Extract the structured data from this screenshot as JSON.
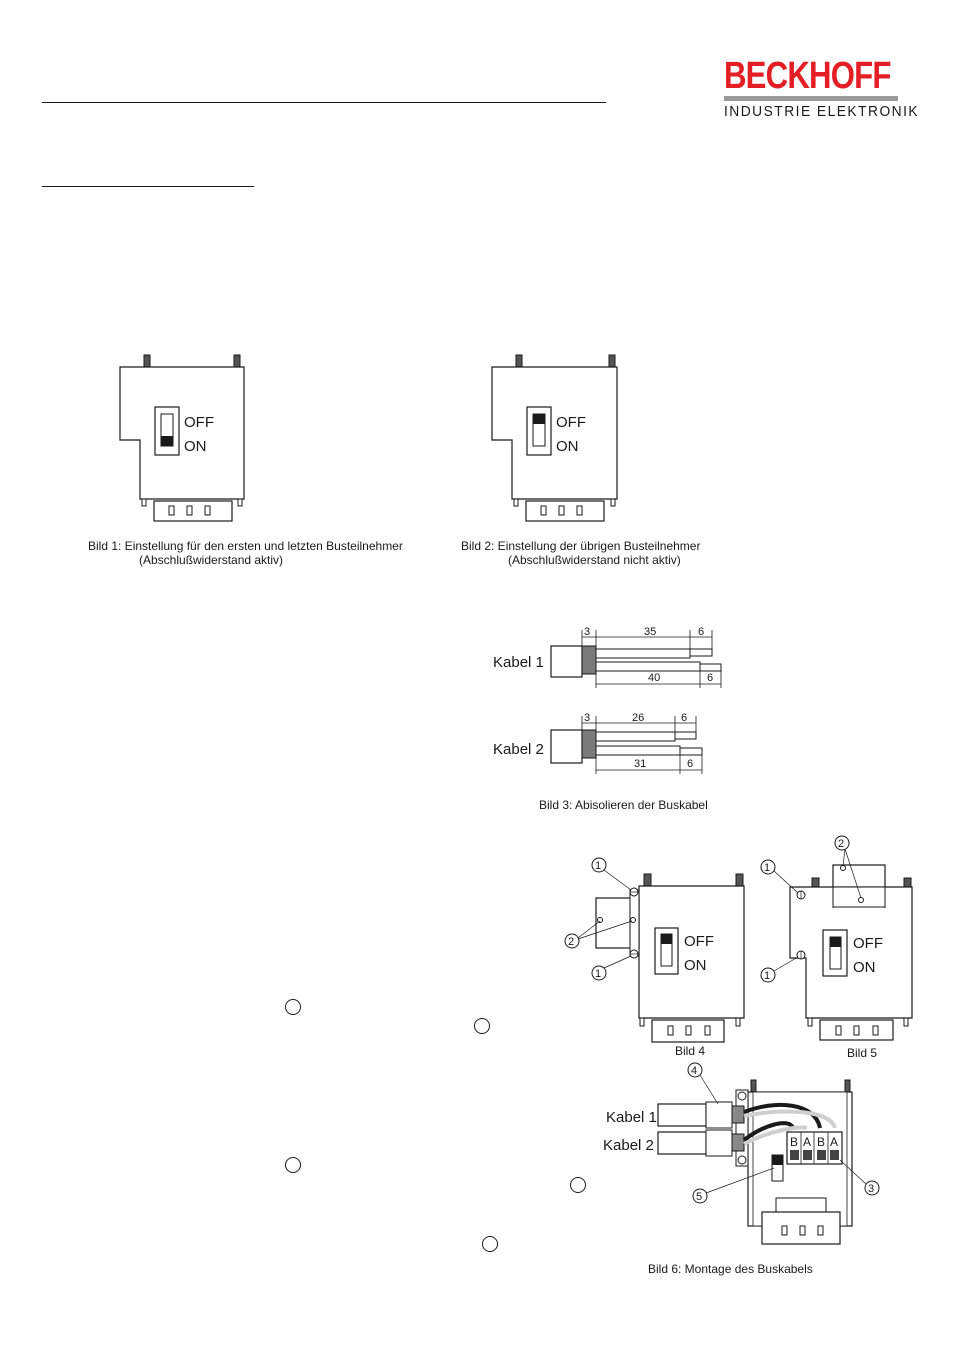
{
  "logo": {
    "name": "BECKHOFF",
    "tagline": "INDUSTRIE ELEKTRONIK",
    "red": "#e31e24",
    "grey": "#9a9a9a"
  },
  "figures": {
    "bild1": {
      "caption_line1": "Bild 1: Einstellung für den ersten und letzten Busteilnehmer",
      "caption_line2": "(Abschlußwiderstand aktiv)",
      "switch_off": "OFF",
      "switch_on": "ON"
    },
    "bild2": {
      "caption_line1": "Bild 2: Einstellung der übrigen Busteilnehmer",
      "caption_line2": "(Abschlußwiderstand nicht aktiv)",
      "switch_off": "OFF",
      "switch_on": "ON"
    },
    "bild3": {
      "caption": "Bild 3: Abisolieren der Buskabel",
      "kabel1": {
        "label": "Kabel 1",
        "shield": "3",
        "upper_length": "35",
        "upper_end": "6",
        "lower_length": "40",
        "lower_end": "6"
      },
      "kabel2": {
        "label": "Kabel 2",
        "shield": "3",
        "upper_length": "26",
        "upper_end": "6",
        "lower_length": "31",
        "lower_end": "6"
      }
    },
    "bild4": {
      "caption": "Bild 4",
      "switch_off": "OFF",
      "switch_on": "ON",
      "callout_1": "1",
      "callout_2": "2"
    },
    "bild5": {
      "caption": "Bild 5",
      "switch_off": "OFF",
      "switch_on": "ON",
      "callout_1": "1",
      "callout_2": "2"
    },
    "bild6": {
      "caption": "Bild 6: Montage des Buskabels",
      "kabel1": "Kabel 1",
      "kabel2": "Kabel 2",
      "terminals": [
        "B",
        "A",
        "B",
        "A"
      ],
      "callout_3": "3",
      "callout_4": "4",
      "callout_5": "5"
    }
  }
}
